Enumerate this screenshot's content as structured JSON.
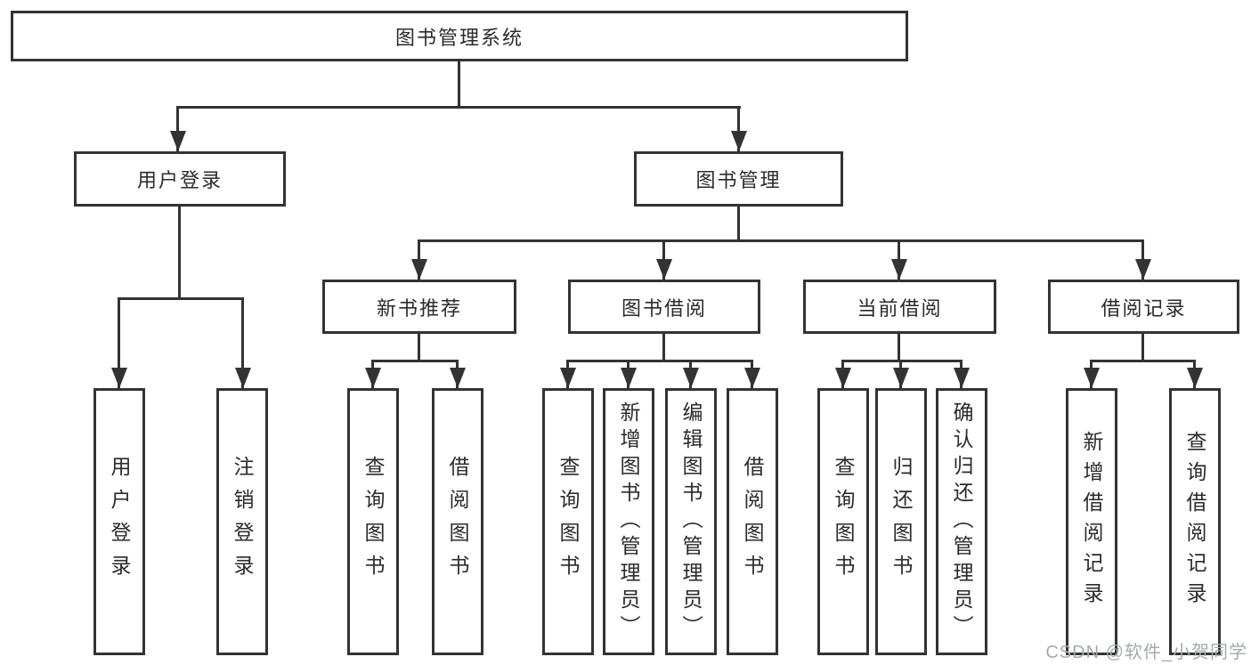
{
  "colors": {
    "line": "#333333",
    "text": "#2b2b2b",
    "background": "#ffffff",
    "watermark": "#a6aaae"
  },
  "tree": {
    "label": "图书管理系统",
    "children": [
      {
        "label": "用户登录",
        "children": [
          {
            "label": "用户登录"
          },
          {
            "label": "注销登录"
          }
        ]
      },
      {
        "label": "图书管理",
        "children": [
          {
            "label": "新书推荐",
            "children": [
              {
                "label": "查询图书"
              },
              {
                "label": "借阅图书"
              }
            ]
          },
          {
            "label": "图书借阅",
            "children": [
              {
                "label": "查询图书"
              },
              {
                "label": "新增图书（管理员）"
              },
              {
                "label": "编辑图书（管理员）"
              },
              {
                "label": "借阅图书"
              }
            ]
          },
          {
            "label": "当前借阅",
            "children": [
              {
                "label": "查询图书"
              },
              {
                "label": "归还图书"
              },
              {
                "label": "确认归还（管理员）"
              }
            ]
          },
          {
            "label": "借阅记录",
            "children": [
              {
                "label": "新增借阅记录"
              },
              {
                "label": "查询借阅记录"
              }
            ]
          }
        ]
      }
    ]
  },
  "watermark": {
    "text": "CSDN @软件_小贺同学"
  }
}
